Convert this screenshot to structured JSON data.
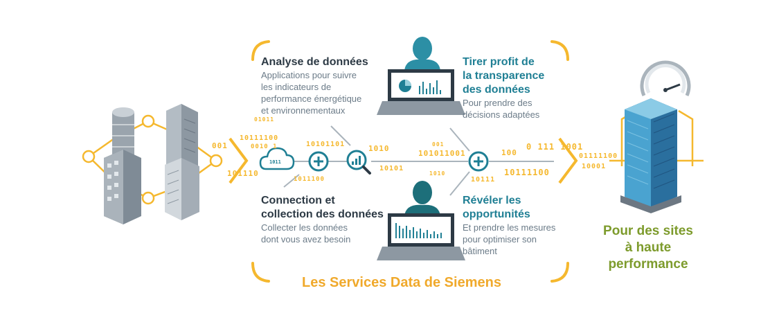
{
  "sections": {
    "analyse": {
      "title": "Analyse de données",
      "lines": [
        "Applications pour suivre",
        "les indicateurs de",
        "performance énergétique",
        "et environnementaux"
      ]
    },
    "transparence": {
      "title_lines": [
        "Tirer profit de",
        "la transparence",
        "des données"
      ],
      "lines": [
        "Pour prendre des",
        "décisions adaptées"
      ]
    },
    "connection": {
      "title_lines": [
        "Connection et",
        "collection des données"
      ],
      "lines": [
        "Collecter les données",
        "dont vous avez besoin"
      ]
    },
    "opportunites": {
      "title_lines": [
        "Révéler les",
        "opportunités"
      ],
      "lines": [
        "Et prendre les mesures",
        "pour optimiser son",
        "bâtiment"
      ]
    }
  },
  "footer_label": "Les Services Data de Siemens",
  "goal_lines": [
    "Pour des sites",
    "à haute",
    "performance"
  ],
  "cloud_label": "1011",
  "binary": {
    "b1": "01011",
    "b2": "10111100",
    "b3": "0010 1",
    "b4": "001",
    "b5": "101110",
    "b6": "10101101",
    "b7": "1010",
    "b8": "001",
    "b9": "101011001",
    "b10": "10101",
    "b11": "1011100",
    "b12": "1010",
    "b13": "10111",
    "b14": "100",
    "b15": "0 111 1001",
    "b16": "10111100",
    "b17": "01111100",
    "b18": "10001"
  },
  "colors": {
    "accent": "#f5b82e",
    "teal": "#1f7f94",
    "green": "#7d9b2c",
    "dark": "#2d3a45",
    "grey": "#6b7b88"
  }
}
